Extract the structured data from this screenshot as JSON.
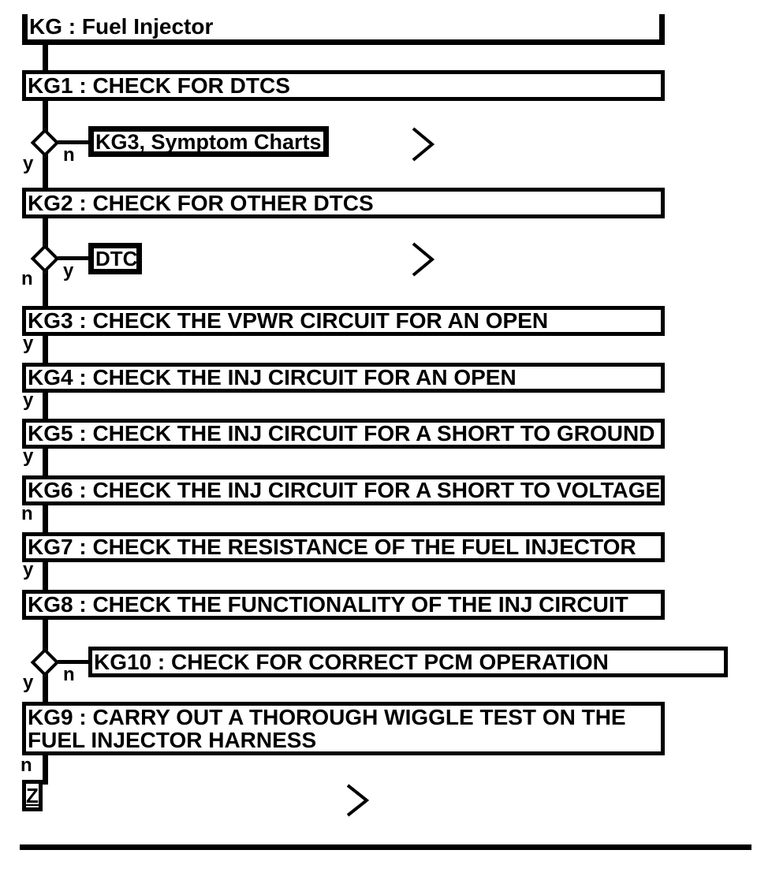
{
  "title": "KG : Fuel Injector",
  "colors": {
    "ink": "#000000",
    "paper": "#ffffff"
  },
  "steps": {
    "kg1": "KG1 : CHECK FOR DTCS",
    "kg2": "KG2 : CHECK FOR OTHER DTCS",
    "kg3": "KG3 : CHECK THE VPWR CIRCUIT FOR AN OPEN",
    "kg4": "KG4 : CHECK THE INJ CIRCUIT FOR AN OPEN",
    "kg5": "KG5 : CHECK THE INJ CIRCUIT FOR A SHORT TO GROUND",
    "kg6": "KG6 : CHECK THE INJ CIRCUIT FOR A SHORT TO VOLTAGE",
    "kg7": "KG7 : CHECK THE RESISTANCE OF THE FUEL INJECTOR",
    "kg8": "KG8 : CHECK THE FUNCTIONALITY OF THE INJ CIRCUIT",
    "kg9_line1": "KG9 : CARRY OUT A THOROUGH WIGGLE TEST ON THE",
    "kg9_line2": "FUEL INJECTOR HARNESS",
    "kg10": "KG10 : CHECK FOR CORRECT PCM OPERATION"
  },
  "references": {
    "symptom_charts": "KG3, Symptom Charts",
    "dtc": "DTC",
    "terminal": "Z"
  },
  "branch_labels": {
    "kg1_yes": "y",
    "kg1_no": "n",
    "kg2_no": "n",
    "kg2_yes": "y",
    "kg3_down": "y",
    "kg4_down": "y",
    "kg5_down": "y",
    "kg6_down": "n",
    "kg7_down": "y",
    "kg8_yes": "y",
    "kg8_no": "n",
    "kg9_down": "n"
  }
}
